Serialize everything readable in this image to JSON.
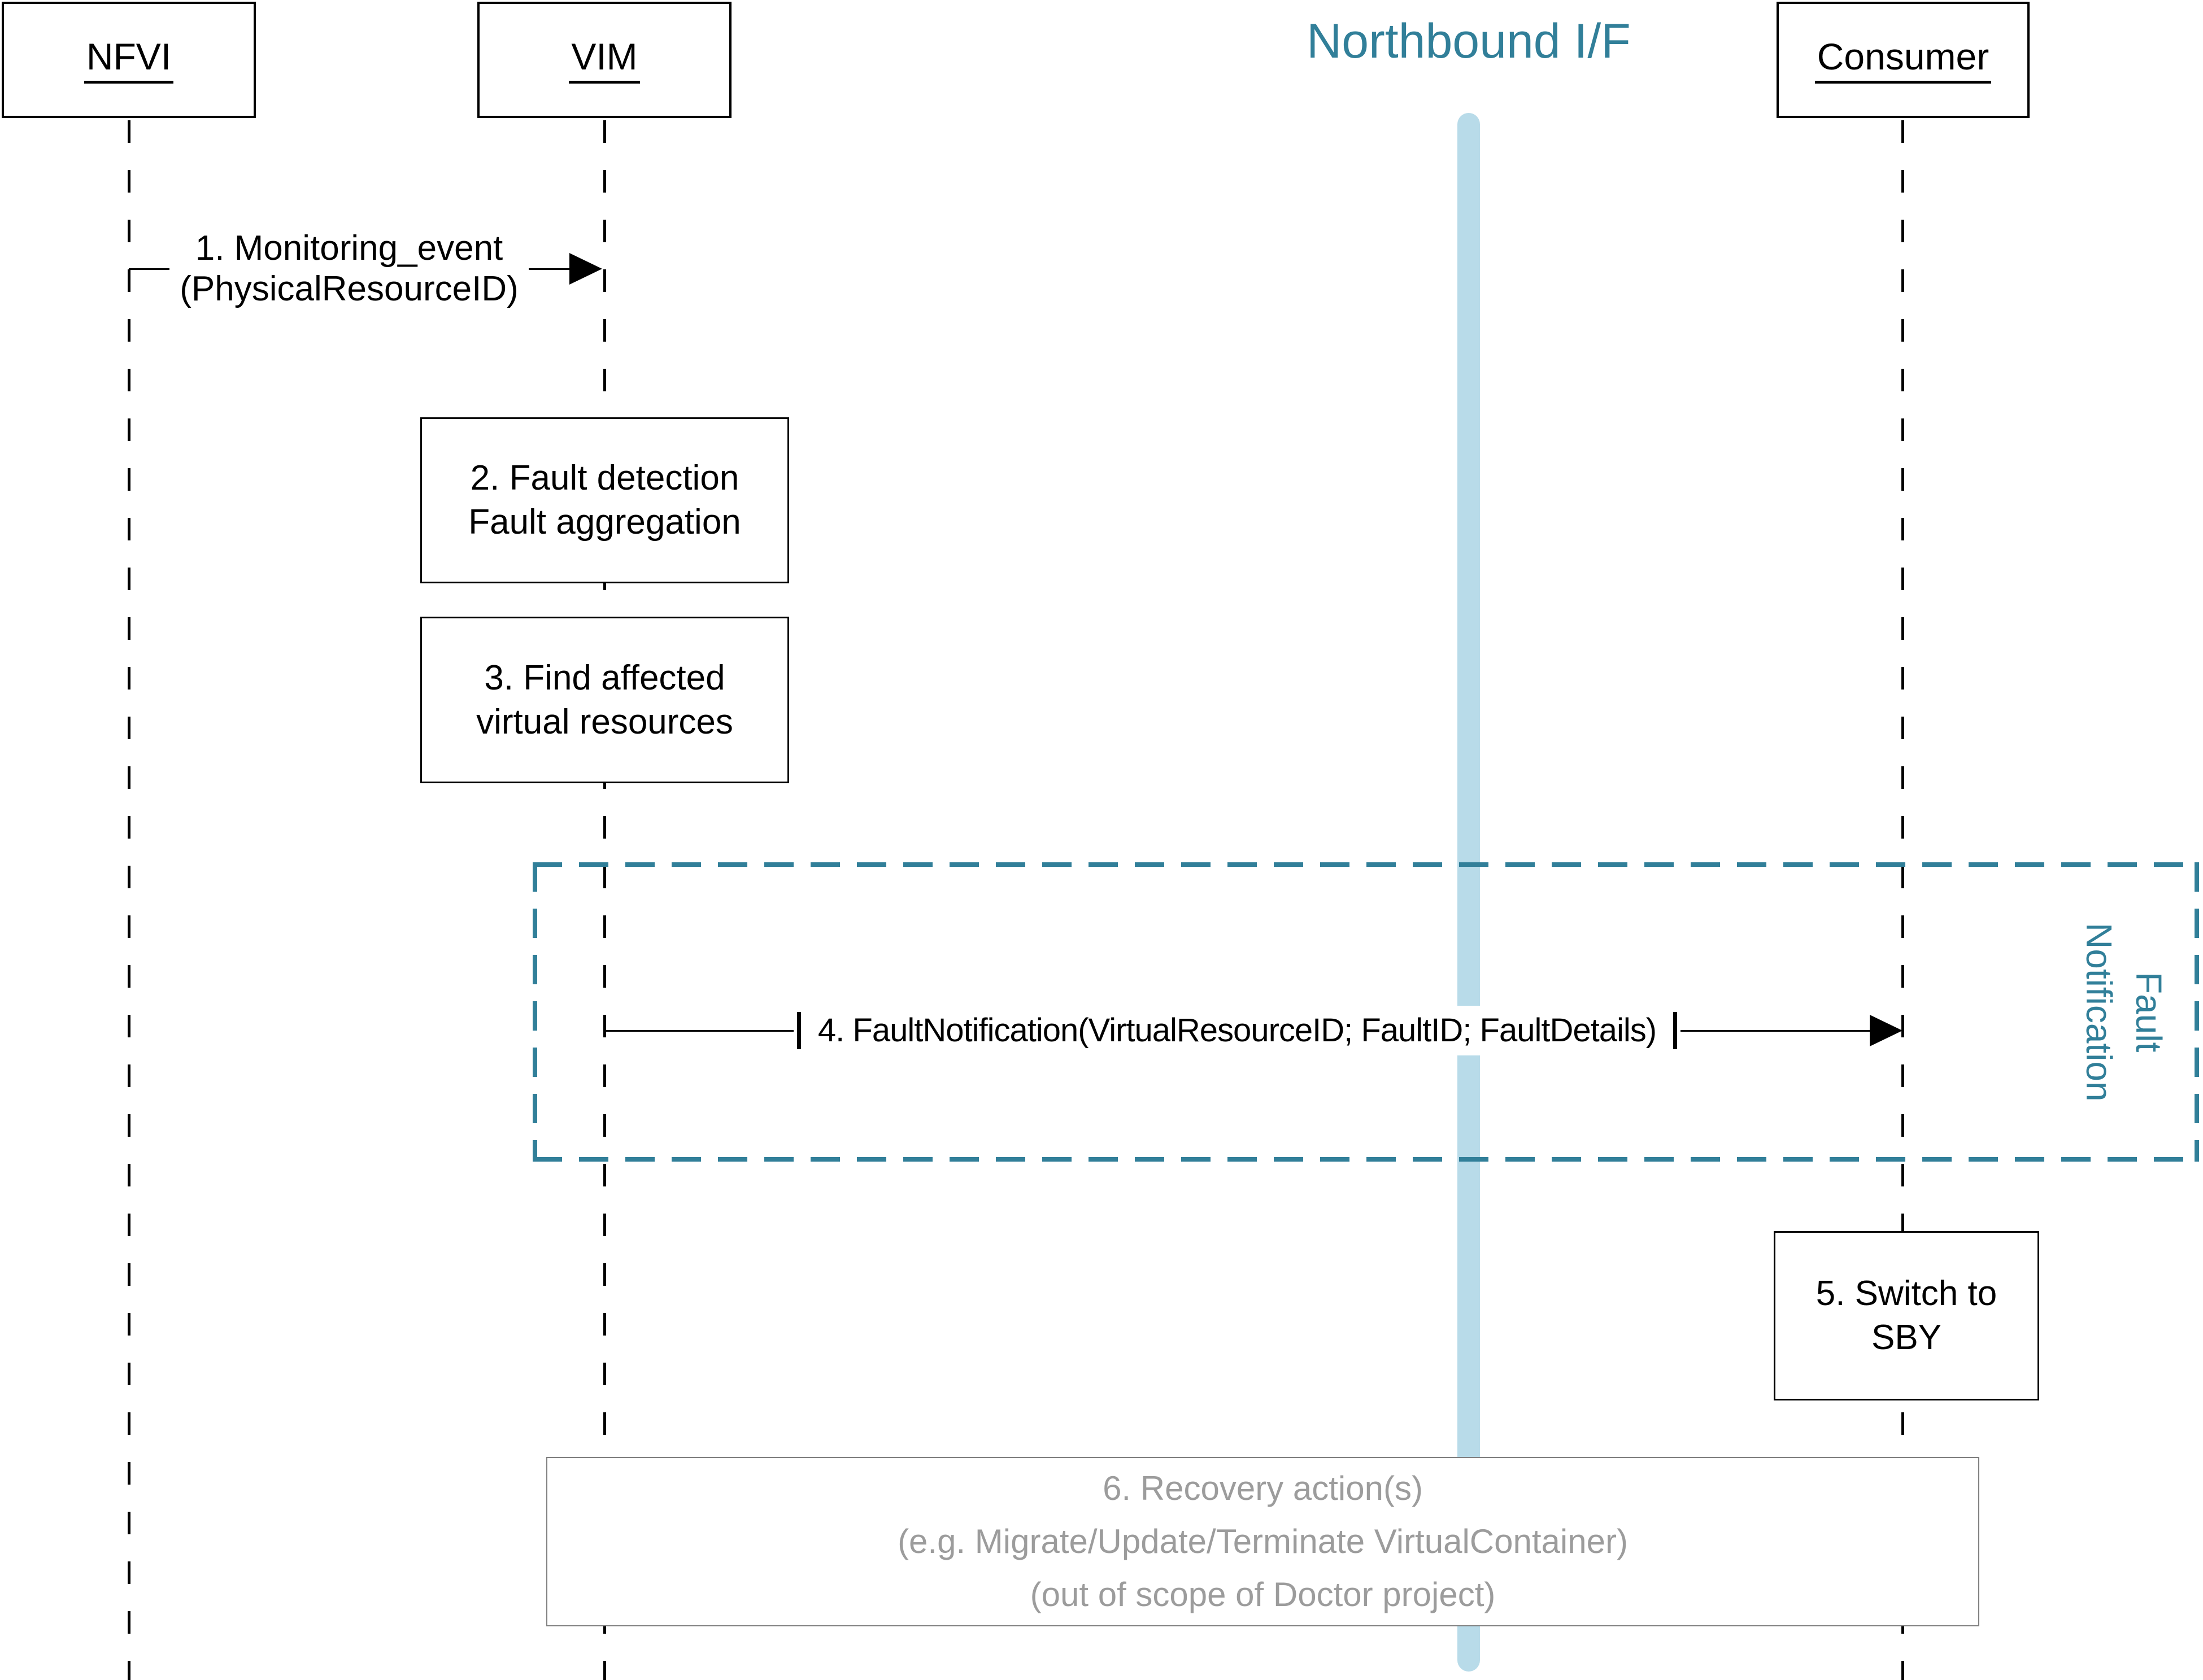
{
  "diagram": {
    "actors": [
      {
        "id": "nfvi",
        "label": "NFVI"
      },
      {
        "id": "vim",
        "label": "VIM"
      },
      {
        "id": "consumer",
        "label": "Consumer"
      }
    ],
    "northbound": {
      "title": "Northbound I/F"
    },
    "messages": {
      "m1": {
        "lines": [
          "1. Monitoring_event",
          "(PhysicalResourceID)"
        ]
      },
      "m4": {
        "delimiter": "|",
        "label": "4. FaultNotification(VirtualResourceID; FaultID; FaultDetails)"
      }
    },
    "steps": {
      "s2": {
        "lines": [
          "2. Fault detection",
          "Fault aggregation"
        ]
      },
      "s3": {
        "lines": [
          "3. Find affected",
          "virtual resources"
        ]
      },
      "s5": {
        "lines": [
          "5. Switch to",
          "SBY"
        ]
      },
      "s6": {
        "lines": [
          "6. Recovery action(s)",
          "(e.g. Migrate/Update/Terminate VirtualContainer)",
          "(out of scope of Doctor project)"
        ]
      }
    },
    "group": {
      "label_lines": [
        "Fault",
        "Notification"
      ]
    },
    "colors": {
      "teal": "#317F99",
      "light_blue": "#B8DBE9",
      "gray_text": "#9C9C9C",
      "black": "#000000"
    }
  }
}
